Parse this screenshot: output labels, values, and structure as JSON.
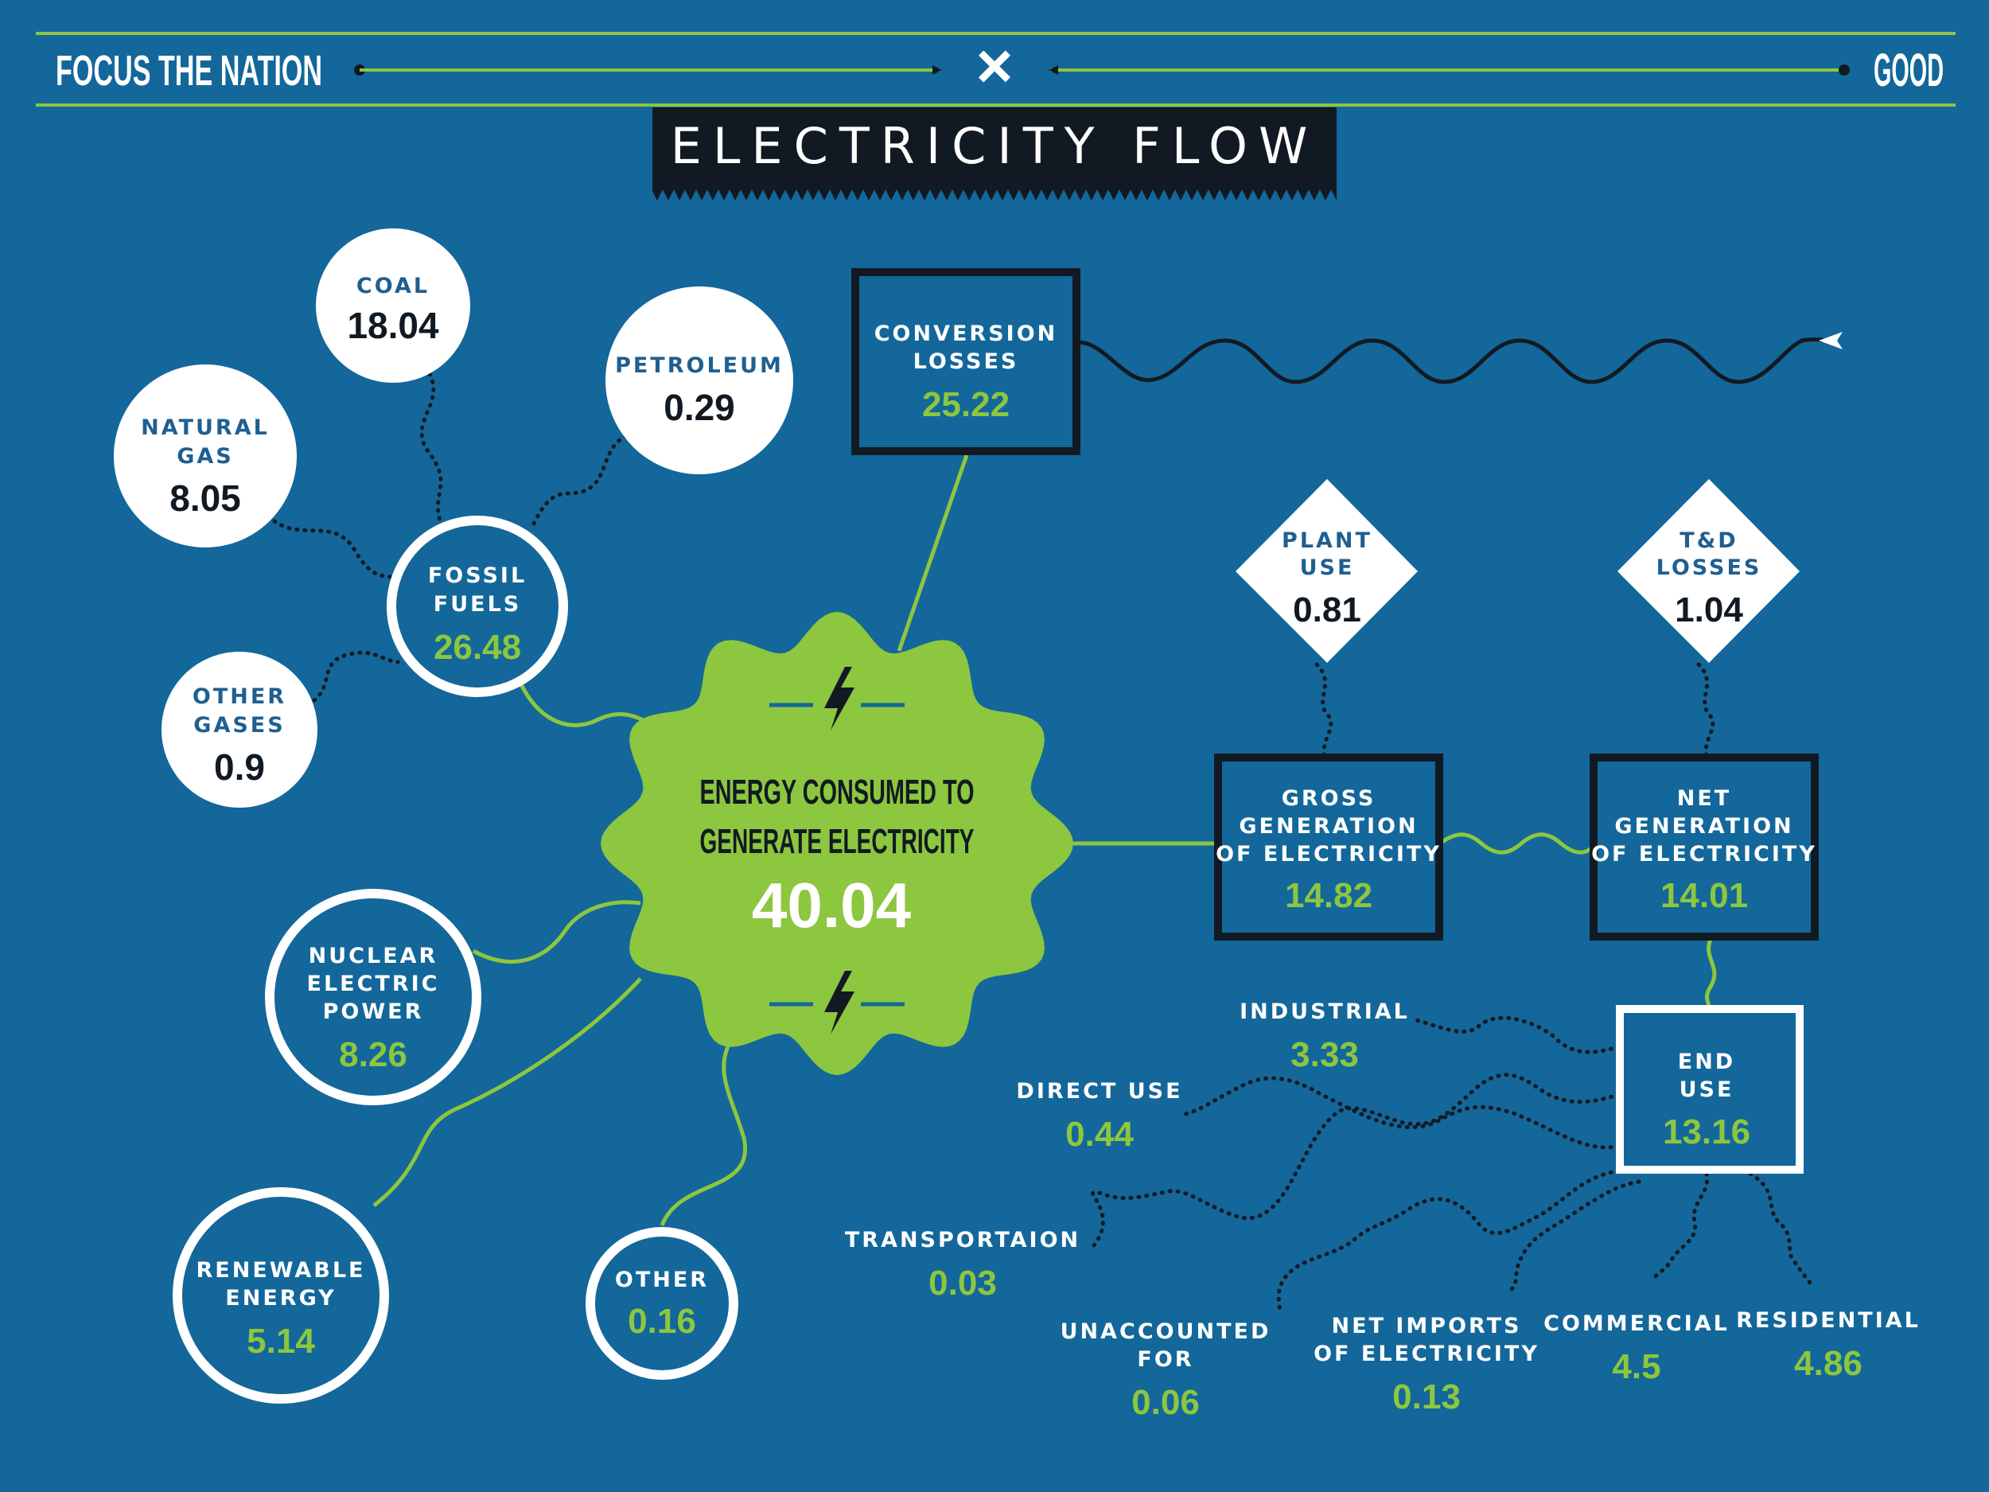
{
  "header": {
    "left_brand": "FOCUS THE NATION",
    "separator": "×",
    "right_brand": "GOOD",
    "title": "ELECTRICITY FLOW"
  },
  "colors": {
    "background": "#13679a",
    "accent_green": "#8dc63f",
    "ink": "#111a22",
    "label_blue": "#1f5f91",
    "white": "#ffffff"
  },
  "nodes": {
    "coal": {
      "label": [
        "COAL"
      ],
      "value": "18.04"
    },
    "natural_gas": {
      "label": [
        "NATURAL",
        "GAS"
      ],
      "value": "8.05"
    },
    "petroleum": {
      "label": [
        "PETROLEUM"
      ],
      "value": "0.29"
    },
    "other_gases": {
      "label": [
        "OTHER",
        "GASES"
      ],
      "value": "0.9"
    },
    "fossil_fuels": {
      "label": [
        "FOSSIL",
        "FUELS"
      ],
      "value": "26.48"
    },
    "nuclear": {
      "label": [
        "NUCLEAR",
        "ELECTRIC",
        "POWER"
      ],
      "value": "8.26"
    },
    "renewable": {
      "label": [
        "RENEWABLE",
        "ENERGY"
      ],
      "value": "5.14"
    },
    "other": {
      "label": [
        "OTHER"
      ],
      "value": "0.16"
    },
    "center": {
      "label": [
        "ENERGY CONSUMED TO",
        "GENERATE ELECTRICITY"
      ],
      "value": "40.04"
    },
    "conversion_losses": {
      "label": [
        "CONVERSION",
        "LOSSES"
      ],
      "value": "25.22"
    },
    "plant_use": {
      "label": [
        "PLANT",
        "USE"
      ],
      "value": "0.81"
    },
    "td_losses": {
      "label": [
        "T&D",
        "LOSSES"
      ],
      "value": "1.04"
    },
    "gross_generation": {
      "label": [
        "GROSS",
        "GENERATION",
        "OF ELECTRICITY"
      ],
      "value": "14.82"
    },
    "net_generation": {
      "label": [
        "NET",
        "GENERATION",
        "OF ELECTRICITY"
      ],
      "value": "14.01"
    },
    "end_use": {
      "label": [
        "END",
        "USE"
      ],
      "value": "13.16"
    }
  },
  "end_uses": {
    "industrial": {
      "label": [
        "INDUSTRIAL"
      ],
      "value": "3.33"
    },
    "direct_use": {
      "label": [
        "DIRECT USE"
      ],
      "value": "0.44"
    },
    "transportation": {
      "label": [
        "TRANSPORTAION"
      ],
      "value": "0.03"
    },
    "unaccounted": {
      "label": [
        "UNACCOUNTED",
        "FOR"
      ],
      "value": "0.06"
    },
    "net_imports": {
      "label": [
        "NET IMPORTS",
        "OF ELECTRICITY"
      ],
      "value": "0.13"
    },
    "commercial": {
      "label": [
        "COMMERCIAL"
      ],
      "value": "4.5"
    },
    "residential": {
      "label": [
        "RESIDENTIAL"
      ],
      "value": "4.86"
    }
  }
}
